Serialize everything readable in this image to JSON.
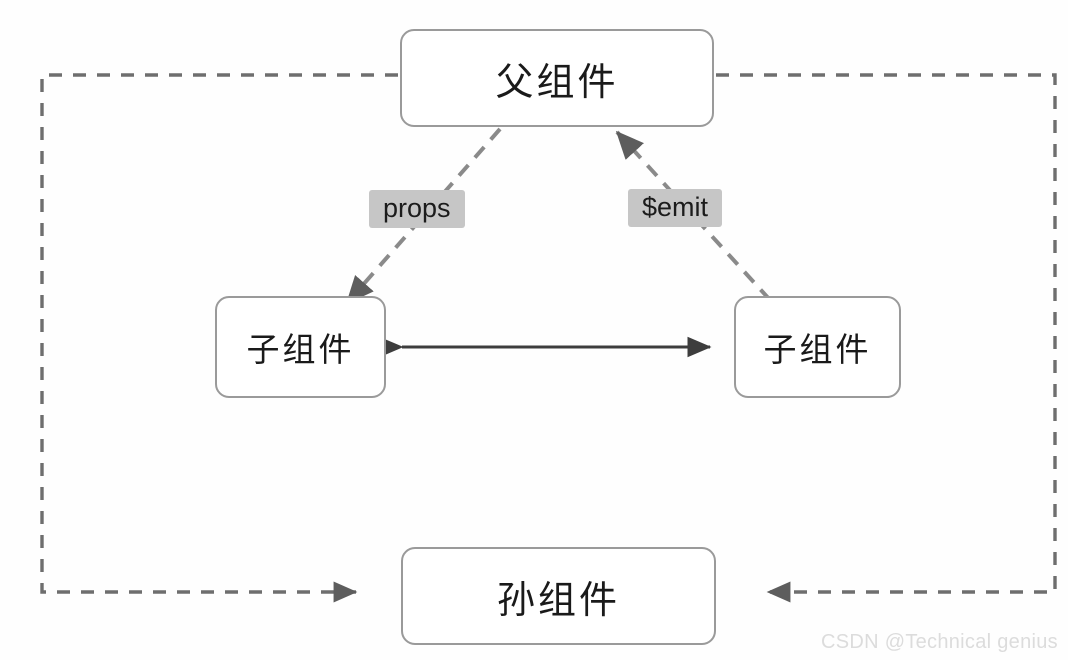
{
  "diagram": {
    "title": "Vue component communication diagram",
    "background_color": "#fefefe",
    "nodes": [
      {
        "id": "parent",
        "label": "父组件",
        "role": "parent-component"
      },
      {
        "id": "child-left",
        "label": "子组件",
        "role": "child-component"
      },
      {
        "id": "child-right",
        "label": "子组件",
        "role": "child-component"
      },
      {
        "id": "grandchild",
        "label": "孙组件",
        "role": "grandchild-component"
      }
    ],
    "edge_labels": [
      {
        "id": "props",
        "text": "props",
        "chip_color": "#c6c6c6",
        "text_color": "#1c1c1c"
      },
      {
        "id": "emit",
        "text": "$emit",
        "chip_color": "#c6c6c6",
        "text_color": "#1c1c1c"
      }
    ],
    "edges": [
      {
        "id": "parent-to-child-left",
        "from": "parent",
        "to": "child-left",
        "style": "dashed",
        "direction": "down-left",
        "label": "props"
      },
      {
        "id": "child-right-to-parent",
        "from": "child-right",
        "to": "parent",
        "style": "dashed",
        "direction": "up-left",
        "label": "$emit"
      },
      {
        "id": "child-left-child-right",
        "from": "child-left",
        "to": "child-right",
        "style": "solid",
        "direction": "both",
        "label": ""
      },
      {
        "id": "parent-left-to-grandchild",
        "from": "parent",
        "to": "grandchild",
        "style": "dashed",
        "direction": "arrow-right",
        "label": ""
      },
      {
        "id": "parent-right-to-grandchild",
        "from": "parent",
        "to": "grandchild",
        "style": "dashed",
        "direction": "arrow-left",
        "label": ""
      }
    ],
    "colors": {
      "box_border": "#9a9a9a",
      "box_fill": "#ffffff",
      "dashed_line": "#6e6e6e",
      "solid_line": "#3d3d3d",
      "text": "#1a1a1a"
    }
  },
  "watermark": {
    "text": "CSDN @Technical genius",
    "color": "#dcdcdc"
  }
}
